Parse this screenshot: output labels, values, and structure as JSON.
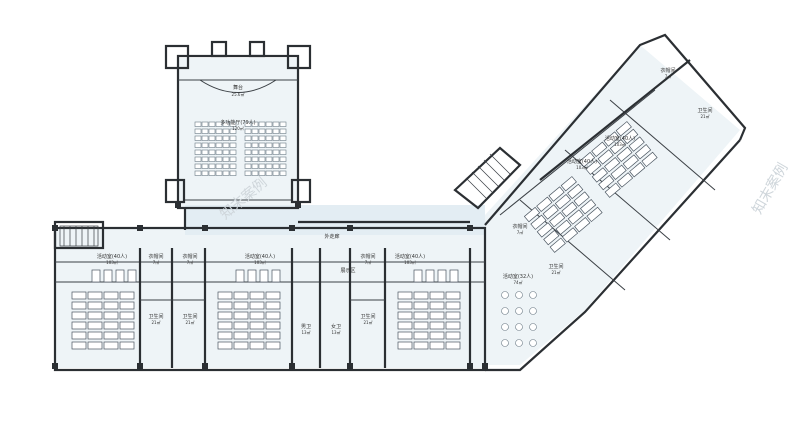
{
  "labels": {
    "auditorium": "多功能厅(79人)",
    "auditorium_area": "120㎡",
    "stage": "舞台",
    "stage_area": "25.6㎡",
    "corridor": "外走廊",
    "activity_40_a": "活动室(40人)",
    "activity_40_a_area": "103㎡",
    "activity_40_b": "活动室(40人)",
    "activity_40_b_area": "103㎡",
    "activity_40_c": "活动室(40人)",
    "activity_40_c_area": "103㎡",
    "activity_40_d": "活动室(40人)",
    "activity_40_d_area": "103㎡",
    "activity_40_e": "活动室(40人)",
    "activity_40_e_area": "103㎡",
    "activity_32": "活动室(32人)",
    "activity_32_area": "74㎡",
    "cloakroom_a": "衣帽间",
    "cloakroom_a_area": "7㎡",
    "cloakroom_b": "衣帽间",
    "cloakroom_b_area": "7㎡",
    "cloakroom_c": "衣帽间",
    "cloakroom_c_area": "7㎡",
    "cloakroom_d": "衣帽间",
    "cloakroom_d_area": "7㎡",
    "cloakroom_e": "衣帽间",
    "cloakroom_e_area": "7㎡",
    "toilet_a": "卫生间",
    "toilet_a_area": "21㎡",
    "toilet_b": "卫生间",
    "toilet_b_area": "21㎡",
    "toilet_c": "卫生间",
    "toilet_c_area": "21㎡",
    "toilet_d": "卫生间",
    "toilet_d_area": "21㎡",
    "toilet_e": "卫生间",
    "toilet_e_area": "21㎡",
    "display": "展示区",
    "mens": "男卫",
    "mens_area": "13㎡",
    "womens": "女卫",
    "womens_area": "13㎡",
    "watermark": "知末案例"
  },
  "colors": {
    "wall": "#2b2f33",
    "floor": "#eef4f7",
    "furniture": "#ffffff"
  }
}
